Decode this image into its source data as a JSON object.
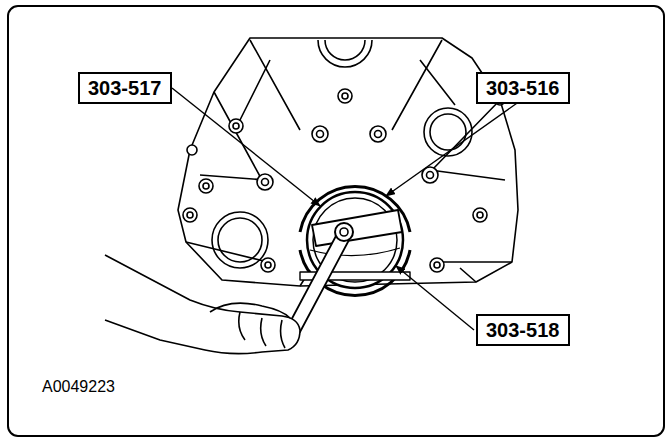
{
  "diagram": {
    "nodes": [
      {
        "text": [
          "303-517"
        ]
      },
      {
        "text": [
          "303-516"
        ]
      },
      {
        "text": [
          "303-518"
        ]
      }
    ],
    "labels": [
      "A0049223"
    ]
  }
}
